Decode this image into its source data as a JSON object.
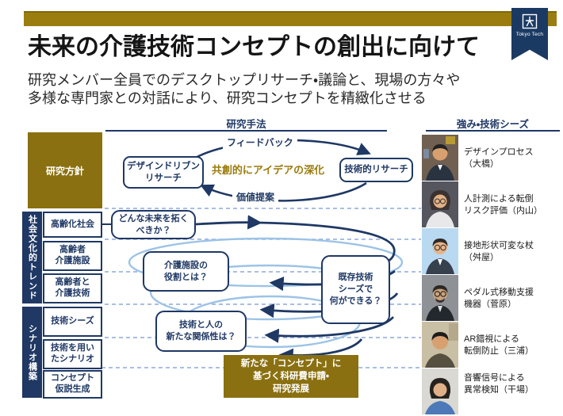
{
  "page": {
    "title": "未来の介護技術コンセプトの創出に向けて",
    "subtitle": "研究メンバー全員でのデスクトップリサーチ・議論と、現場の方々や\n多様な専門家との対話により、研究コンセプトを精緻化させる",
    "logo_text": "Tokyo Tech"
  },
  "colors": {
    "navy": "#1f3864",
    "gold_bar": "#9a7d0e",
    "gold_box": "#8a7010",
    "gold_text": "#9a7b0a",
    "spiral_light_blue": "#9dc3e6",
    "dash_blue": "#8fa8d8"
  },
  "headers": {
    "methods": "研究手法",
    "strengths": "強み・技術シーズ"
  },
  "cycle": {
    "feedback_label": "フィードバック",
    "design_box": "デザインドリブン\nリサーチ",
    "center_label": "共創的にアイデアの深化",
    "tech_box": "技術的リサーチ",
    "value_label": "価値提案"
  },
  "left_column": {
    "policy": "研究方針",
    "trend_group": "社会文化的トレンド",
    "trend_items": [
      "高齢化社会",
      "高齢者\n介護施設",
      "高齢者と\n介護技術"
    ],
    "scenario_group": "シナリオ構築",
    "scenario_items": [
      "技術シーズ",
      "技術を用い\nたシナリオ",
      "コンセプト\n仮説生成"
    ]
  },
  "questions": {
    "future": "どんな未来を拓く\nべきか？",
    "facility": "介護施設の\n役割とは？",
    "seeds": "既存技術\nシーズで\n何ができる？",
    "relation": "技術と人の\n新たな関係性は？"
  },
  "outcome_box": "新たな「コンセプト」に\n基づく科研費申請・\n研究発展",
  "members": [
    {
      "label": "デザインプロセス\n（大橋）"
    },
    {
      "label": "人計測による転倒\nリスク評価（内山）"
    },
    {
      "label": "接地形状可変な杖\n（舛屋）"
    },
    {
      "label": "ペダル式移動支援\n機器（菅原）"
    },
    {
      "label": "AR錯視による\n転倒防止（三浦）"
    },
    {
      "label": "音響信号による\n異常検知（干場）"
    }
  ]
}
